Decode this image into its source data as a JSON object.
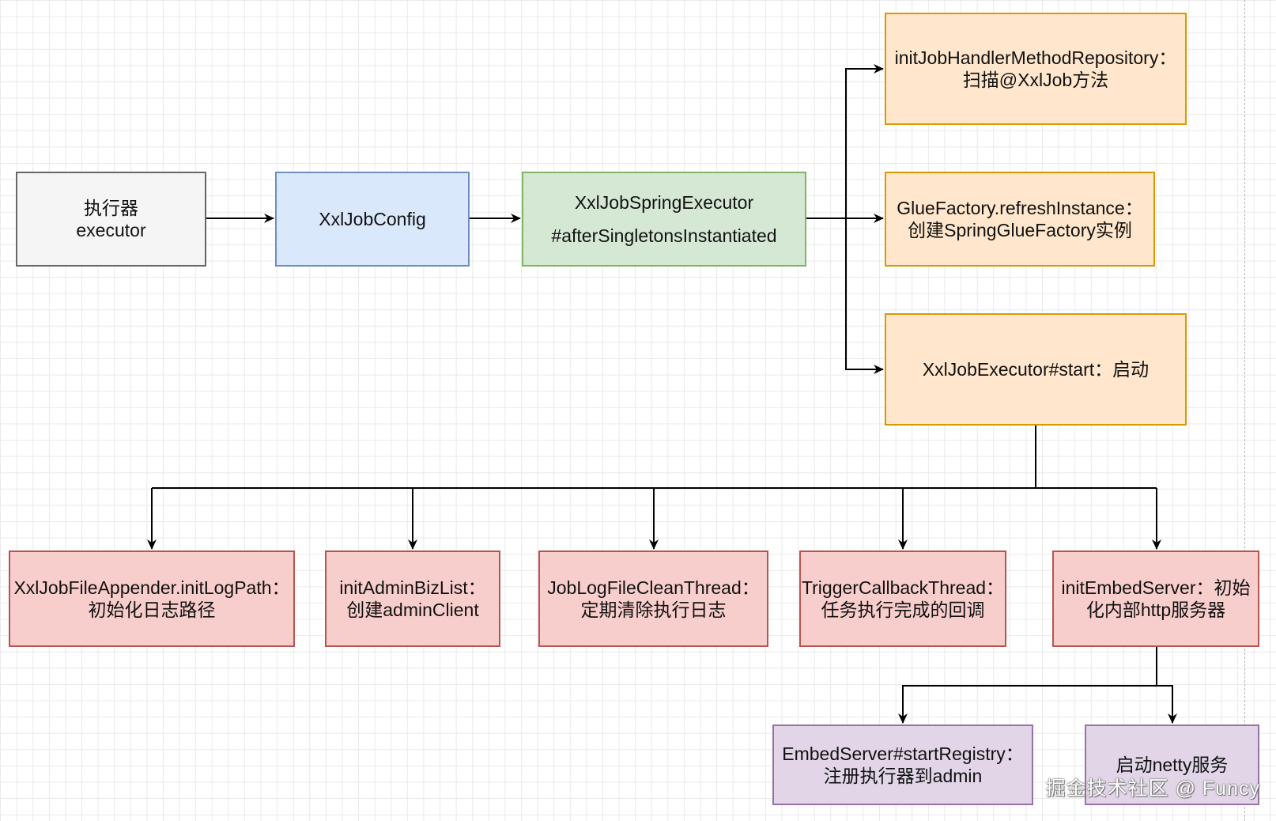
{
  "diagram": {
    "nodes": {
      "executor": [
        "执行器",
        "executor"
      ],
      "xxljobconfig": [
        "XxlJobConfig"
      ],
      "spring_executor": [
        "XxlJobSpringExecutor",
        "#afterSingletonsInstantiated"
      ],
      "init_job_handler": [
        "initJobHandlerMethodRepository：",
        "扫描@XxlJob方法"
      ],
      "glue_factory": [
        "GlueFactory.refreshInstance：",
        "创建SpringGlueFactory实例"
      ],
      "executor_start": [
        "XxlJobExecutor#start：启动"
      ],
      "init_log_path": [
        "XxlJobFileAppender.initLogPath：",
        "初始化日志路径"
      ],
      "init_admin_biz": [
        "initAdminBizList：",
        "创建adminClient"
      ],
      "log_clean": [
        "JobLogFileCleanThread：",
        "定期清除执行日志"
      ],
      "trigger_callback": [
        "TriggerCallbackThread：",
        "任务执行完成的回调"
      ],
      "init_embed_server": [
        "initEmbedServer：初始",
        "化内部http服务器"
      ],
      "start_registry": [
        "EmbedServer#startRegistry：",
        "注册执行器到admin"
      ],
      "start_netty": [
        "启动netty服务"
      ]
    },
    "edges": [
      [
        "executor",
        "xxljobconfig"
      ],
      [
        "xxljobconfig",
        "spring_executor"
      ],
      [
        "spring_executor",
        "init_job_handler"
      ],
      [
        "spring_executor",
        "glue_factory"
      ],
      [
        "spring_executor",
        "executor_start"
      ],
      [
        "executor_start",
        "init_log_path"
      ],
      [
        "executor_start",
        "init_admin_biz"
      ],
      [
        "executor_start",
        "log_clean"
      ],
      [
        "executor_start",
        "trigger_callback"
      ],
      [
        "executor_start",
        "init_embed_server"
      ],
      [
        "init_embed_server",
        "start_registry"
      ],
      [
        "init_embed_server",
        "start_netty"
      ]
    ]
  },
  "watermark": "掘金技术社区 @ Funcy",
  "colors": {
    "grey": "#f5f5f5",
    "blue": "#dae8fc",
    "green": "#d5e8d4",
    "orange": "#ffe6cc",
    "red": "#f8cecc",
    "purple": "#e1d5e7",
    "line": "#000000"
  }
}
